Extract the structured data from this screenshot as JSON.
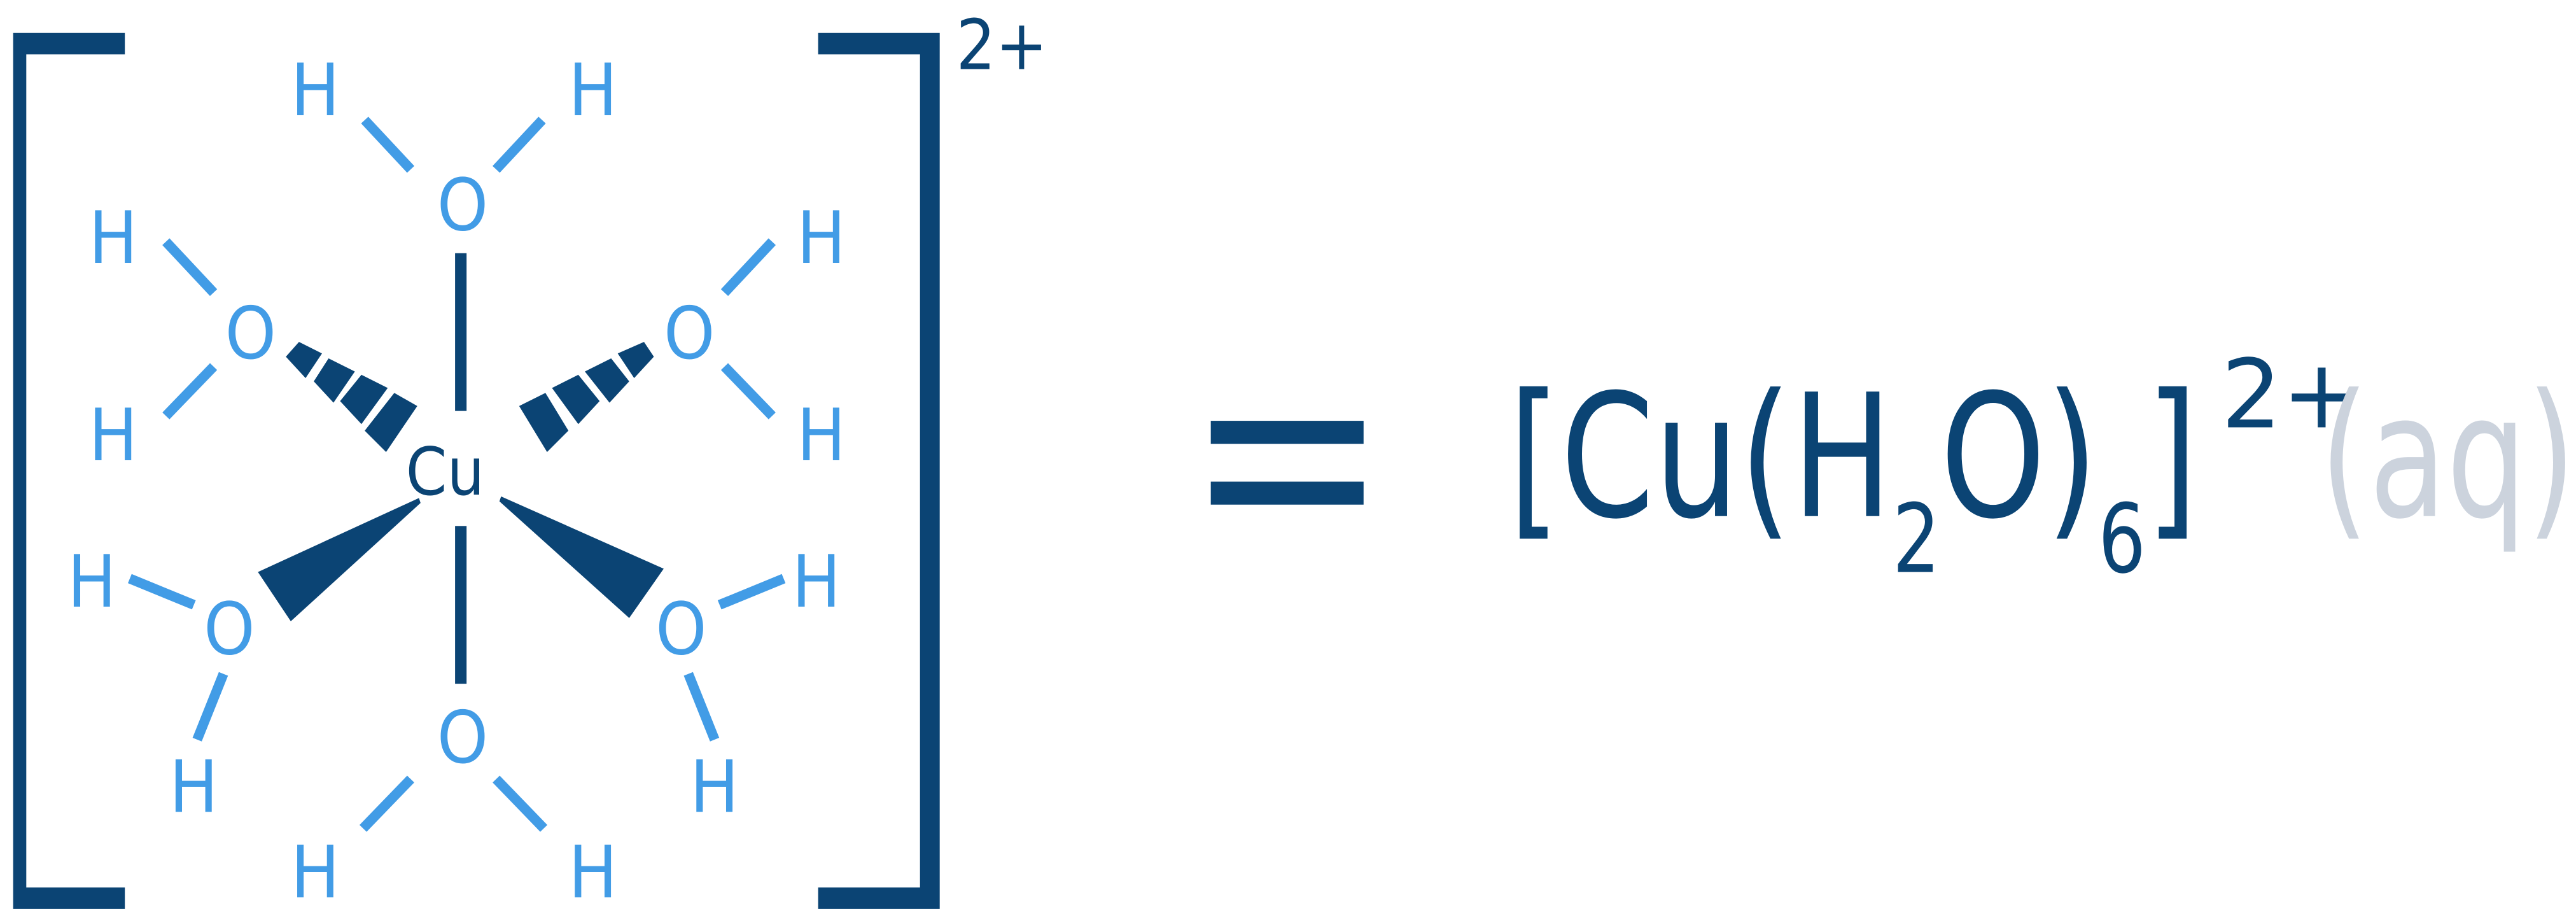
{
  "colors": {
    "dark": "#0B4474",
    "light": "#429CE6",
    "muted": "#CCD3DD",
    "background": "#FFFFFF"
  },
  "structure": {
    "center_atom": "Cu",
    "ligand_atom": "O",
    "hydrogen": "H",
    "charge": "2+",
    "ligand_count": 6,
    "ligands": [
      {
        "position": "top",
        "bond": "line"
      },
      {
        "position": "bottom",
        "bond": "line"
      },
      {
        "position": "upper-left",
        "bond": "hashed-wedge"
      },
      {
        "position": "upper-right",
        "bond": "hashed-wedge"
      },
      {
        "position": "lower-left",
        "bond": "solid-wedge"
      },
      {
        "position": "lower-right",
        "bond": "solid-wedge"
      }
    ]
  },
  "equals": "=",
  "formula": {
    "open_bracket": "[",
    "metal": "Cu",
    "open_paren": "(",
    "h": "H",
    "h_sub": "2",
    "o": "O",
    "close_paren": ")",
    "paren_sub": "6",
    "close_bracket": "]",
    "charge": "2+",
    "state": "(aq)"
  }
}
